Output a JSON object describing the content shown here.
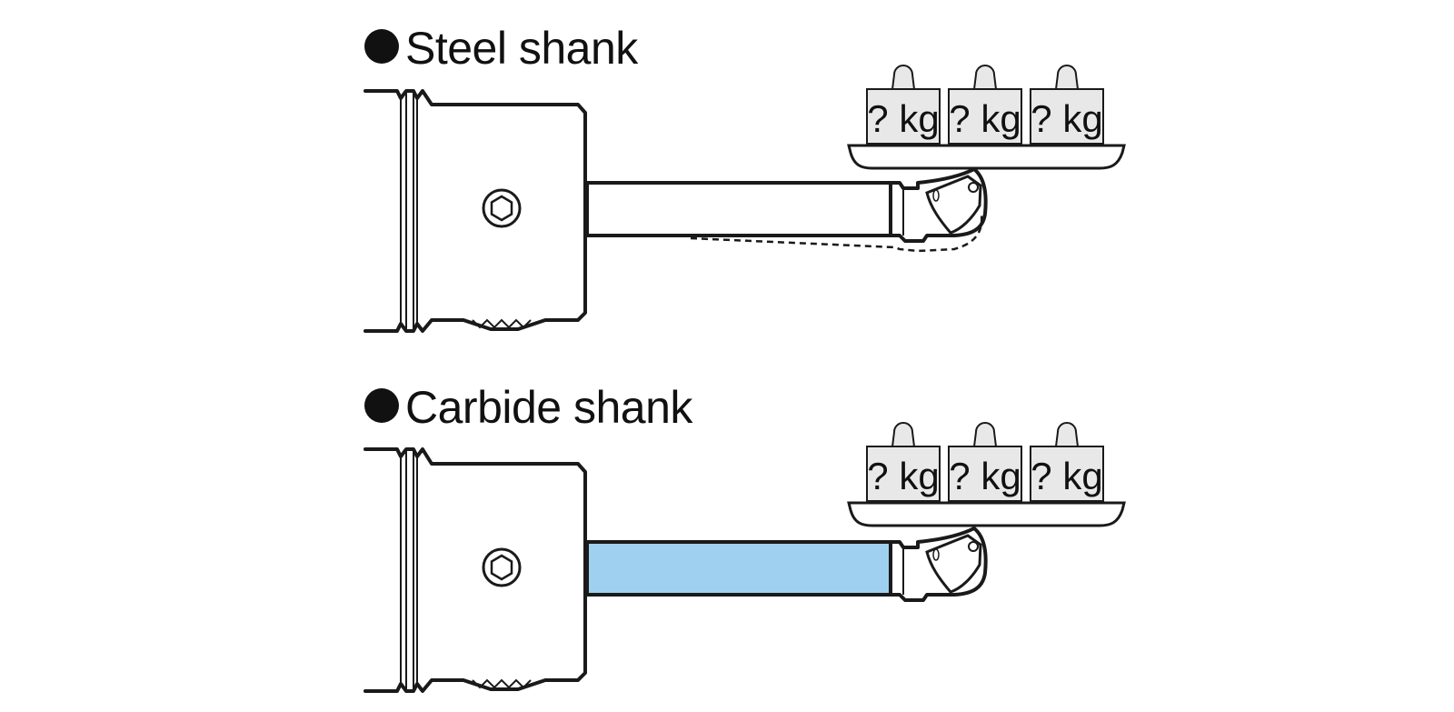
{
  "panels": [
    {
      "id": "steel",
      "title": "Steel shank",
      "shank_color": "#ffffff",
      "deflected": true,
      "weights": [
        "? kg",
        "? kg",
        "? kg"
      ]
    },
    {
      "id": "carbide",
      "title": "Carbide shank",
      "shank_color": "#9fd0ef",
      "deflected": false,
      "weights": [
        "? kg",
        "? kg",
        "? kg"
      ]
    }
  ],
  "colors": {
    "outline": "#1a1a1a",
    "weight_fill": "#e8e8e8",
    "bullet": "#111111"
  },
  "icons": [
    "bullet-dot-icon",
    "hex-socket-icon",
    "weight-icon",
    "insert-icon"
  ]
}
